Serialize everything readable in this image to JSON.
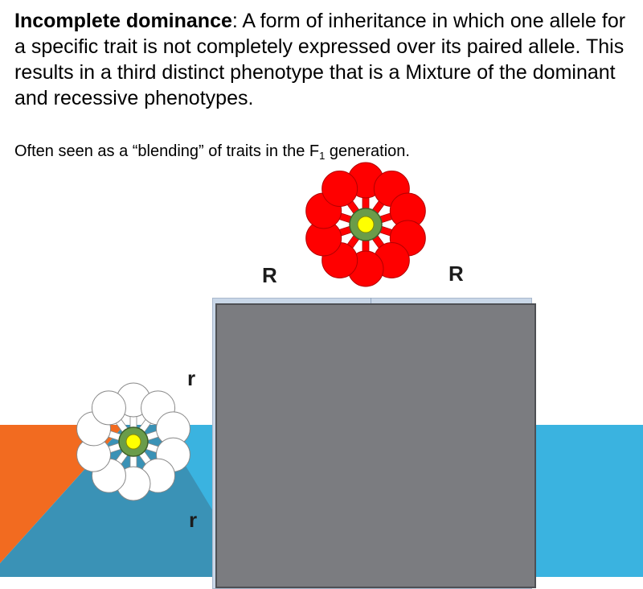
{
  "definition": {
    "term": "Incomplete dominance",
    "text": ":  A form of inheritance in which one allele for a specific trait is not completely expressed over its paired allele.  This results in a third distinct phenotype that is a Mixture of the dominant and recessive phenotypes."
  },
  "note": {
    "before": "Often seen as a “blending” of traits in the F",
    "subscript": "1",
    "after": " generation."
  },
  "punnett": {
    "top_alleles": [
      "R",
      "R"
    ],
    "side_alleles": [
      "r",
      "r"
    ]
  },
  "colors": {
    "orange": "#f26b20",
    "blue": "#3ab3e0",
    "dark_blue": "#3a92b6",
    "red_petal": "#ff0000",
    "white_petal": "#ffffff",
    "flower_center": "#ffff00",
    "sepal_green": "#6a9c4a",
    "square_gray": "#7b7c80"
  },
  "icons": {
    "red_flower": "red-flower-icon",
    "white_flower": "white-flower-icon"
  }
}
